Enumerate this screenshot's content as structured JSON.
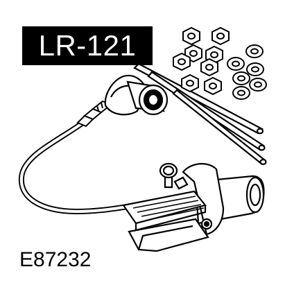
{
  "tool": {
    "part_number": "LR-121",
    "figure_code": "E87232"
  },
  "components": {
    "nuts_count": 12,
    "rods_count": 3
  },
  "colors": {
    "background": "#ffffff",
    "label_fill": "#000000",
    "label_text": "#ffffff",
    "line_art": "#000000"
  }
}
